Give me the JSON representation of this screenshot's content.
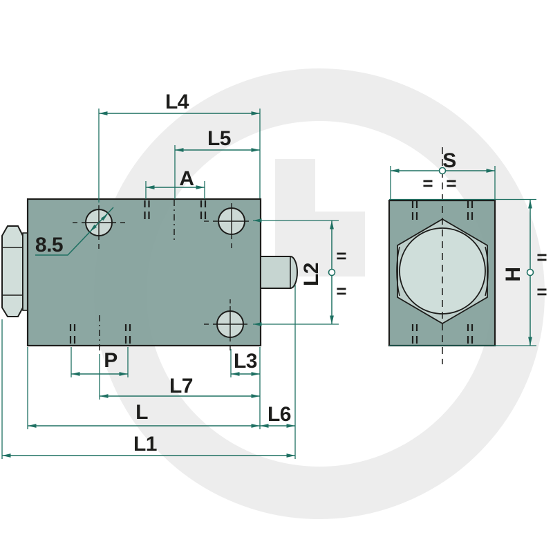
{
  "drawing": {
    "type": "technical-dimension-drawing",
    "views": [
      "front-view-valve-block",
      "side-view-valve-block"
    ],
    "labels": {
      "L4": "L4",
      "L5": "L5",
      "A": "A",
      "diameter": "8.5",
      "P": "P",
      "L3": "L3",
      "L7": "L7",
      "L": "L",
      "L6": "L6",
      "L1": "L1",
      "L2": "L2",
      "S": "S",
      "H": "H",
      "eq": "="
    },
    "colors": {
      "dimension_line": "#1e7062",
      "outline": "#1d1d1b",
      "block_fill": "#7f9d98",
      "hole_fill": "#ccd9d5",
      "nut_fill": "#cfdcd8",
      "washer_fill": "#b9cac6",
      "pin_fill": "#c6d5d1",
      "hex_fill": "#becfcb",
      "plug_face_fill": "#cfdeda",
      "watermark": "#ededed",
      "background": "#ffffff"
    }
  }
}
